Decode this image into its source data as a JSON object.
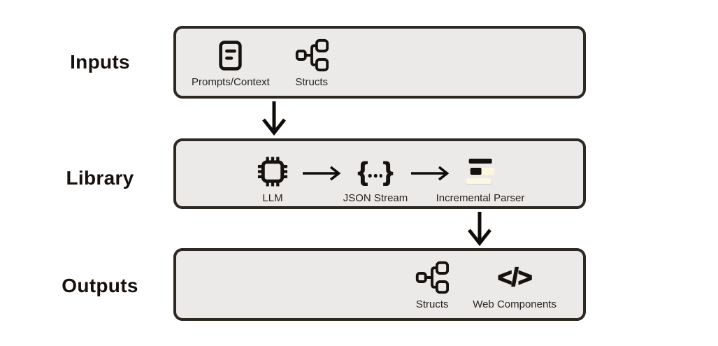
{
  "colors": {
    "background": "#ffffff",
    "ink": "#161210",
    "box_border": "#2e2823",
    "box_fill": "#eceae8",
    "cream": "#fcf7e1"
  },
  "diagram": {
    "rows": [
      {
        "label": "Inputs",
        "items": [
          {
            "icon": "document-icon",
            "label": "Prompts/Context"
          },
          {
            "icon": "structs-icon",
            "label": "Structs"
          }
        ]
      },
      {
        "label": "Library",
        "items": [
          {
            "icon": "chip-icon",
            "label": "LLM"
          },
          {
            "icon": "json-stream-icon",
            "label": "JSON Stream"
          },
          {
            "icon": "incremental-parser-icon",
            "label": "Incremental Parser"
          }
        ]
      },
      {
        "label": "Outputs",
        "items": [
          {
            "icon": "structs-icon",
            "label": "Structs"
          },
          {
            "icon": "code-icon",
            "label": "Web Components"
          }
        ]
      }
    ],
    "glyphs": {
      "json_left": "{",
      "json_right": "}",
      "code": "</>"
    },
    "connectors": [
      "inputs-to-library-down-arrow",
      "llm-to-json-stream-arrow",
      "json-stream-to-incremental-parser-arrow",
      "library-to-outputs-down-arrow"
    ]
  }
}
